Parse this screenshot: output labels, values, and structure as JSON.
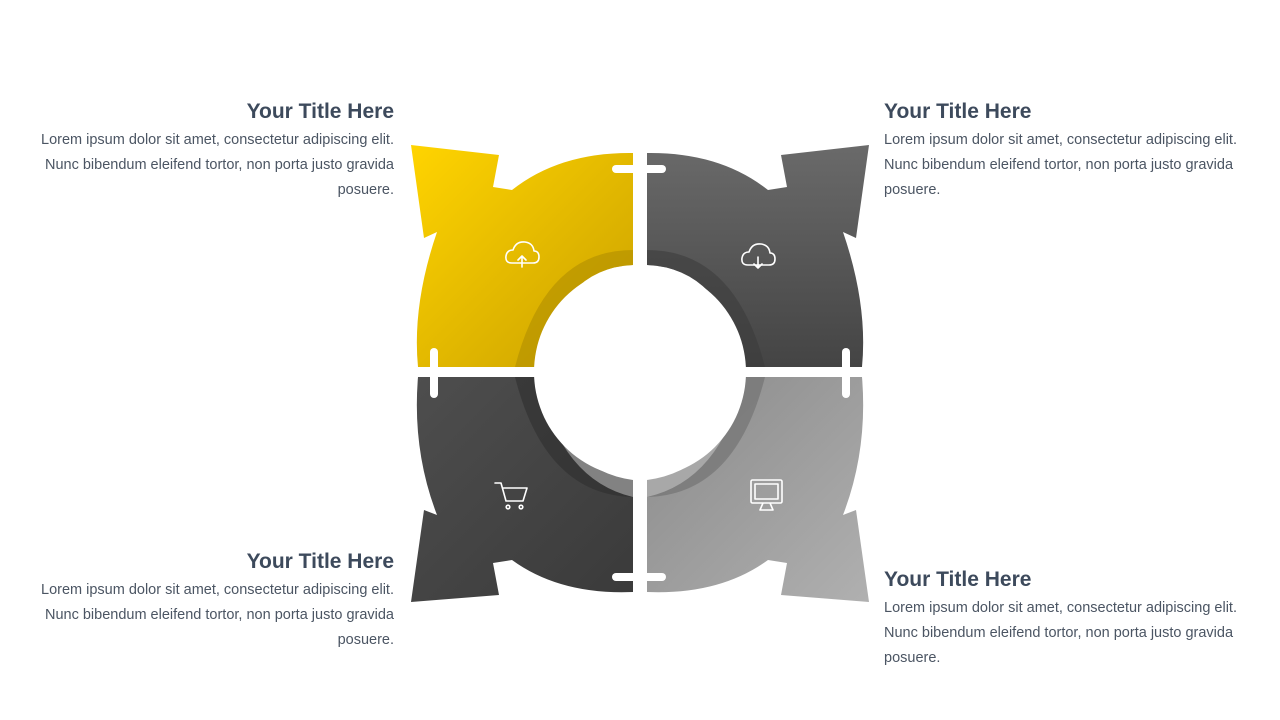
{
  "colors": {
    "accent_yellow": "#f2c300",
    "dark_gray": "#555555",
    "mid_gray": "#4a4a4a",
    "light_gray": "#9a9a9a",
    "title_text": "#3d4a5c",
    "body_text": "#4b5563"
  },
  "blocks": [
    {
      "title": "Your Title Here",
      "body": "Lorem ipsum dolor sit amet, consectetur adipiscing elit. Nunc bibendum eleifend tortor, non porta justo gravida posuere."
    },
    {
      "title": "Your Title Here",
      "body": "Lorem ipsum dolor sit amet, consectetur adipiscing elit. Nunc bibendum eleifend tortor, non porta justo gravida posuere."
    },
    {
      "title": "Your Title Here",
      "body": "Lorem ipsum dolor sit amet, consectetur adipiscing elit. Nunc bibendum eleifend tortor, non porta justo gravida posuere."
    },
    {
      "title": "Your Title Here",
      "body": "Lorem ipsum dolor sit amet, consectetur adipiscing elit. Nunc bibendum eleifend tortor, non porta justo gravida posuere."
    }
  ],
  "icons": {
    "top_left": "cloud-upload-icon",
    "top_right": "cloud-download-icon",
    "bottom_left": "shopping-cart-icon",
    "bottom_right": "monitor-icon"
  }
}
